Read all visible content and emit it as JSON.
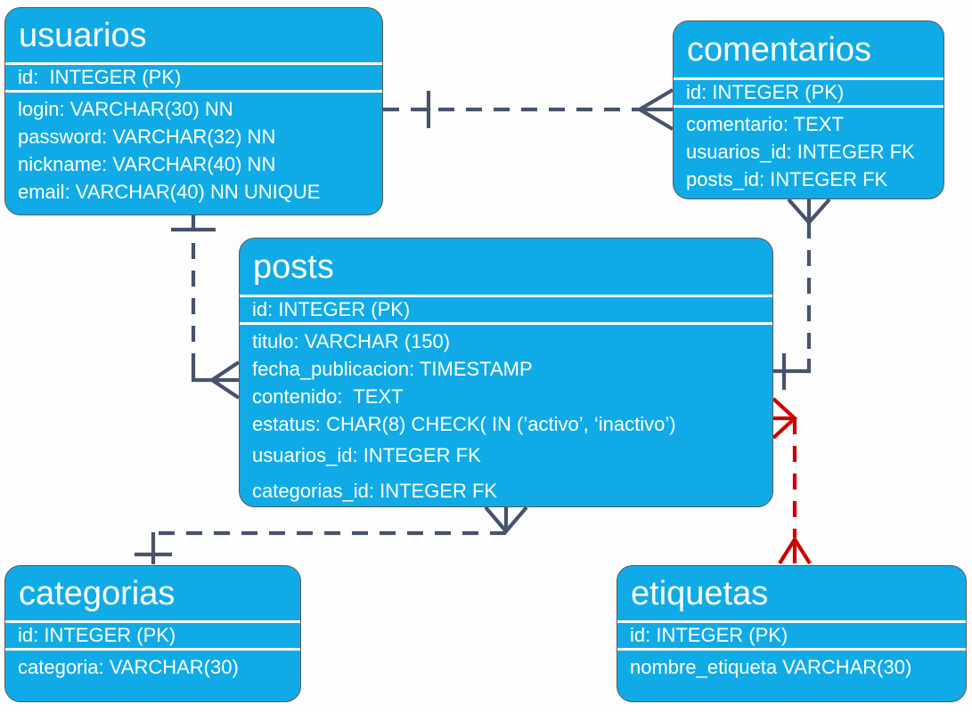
{
  "colors": {
    "entity_fill": "#10abe7",
    "entity_border": "#58595b",
    "entity_text": "#ffffff",
    "divider": "#ffffff",
    "relationship_line": "#47536b",
    "relationship_error_line": "#cc0000",
    "background": "#fdfdfd"
  },
  "entities": {
    "usuarios": {
      "title": "usuarios",
      "pk": "id:  INTEGER (PK)",
      "rows": [
        "login: VARCHAR(30) NN",
        "password: VARCHAR(32) NN",
        "nickname: VARCHAR(40) NN",
        "email: VARCHAR(40) NN UNIQUE"
      ]
    },
    "comentarios": {
      "title": "comentarios",
      "pk": "id: INTEGER (PK)",
      "rows": [
        "comentario: TEXT",
        "usuarios_id: INTEGER FK",
        "posts_id: INTEGER FK"
      ]
    },
    "posts": {
      "title": "posts",
      "pk": "id: INTEGER (PK)",
      "rows": [
        "titulo: VARCHAR (150)",
        "fecha_publicacion: TIMESTAMP",
        "contenido:  TEXT",
        "estatus: CHAR(8) CHECK( IN (’activo’, ‘inactivo’)",
        "usuarios_id: INTEGER FK",
        "categorias_id: INTEGER FK"
      ]
    },
    "categorias": {
      "title": "categorias",
      "pk": "id: INTEGER (PK)",
      "rows": [
        "categoria: VARCHAR(30)"
      ]
    },
    "etiquetas": {
      "title": "etiquetas",
      "pk": "id: INTEGER (PK)",
      "rows": [
        "nombre_etiqueta VARCHAR(30)"
      ]
    }
  },
  "relationships": [
    {
      "from": "usuarios",
      "to": "comentarios",
      "from_cardinality": "one",
      "to_cardinality": "many",
      "line_style": "dashed",
      "color": "#47536b"
    },
    {
      "from": "usuarios",
      "to": "posts",
      "from_cardinality": "one",
      "to_cardinality": "many",
      "line_style": "dashed",
      "color": "#47536b"
    },
    {
      "from": "posts",
      "to": "comentarios",
      "from_cardinality": "one",
      "to_cardinality": "many",
      "line_style": "dashed",
      "color": "#47536b"
    },
    {
      "from": "categorias",
      "to": "posts",
      "from_cardinality": "one",
      "to_cardinality": "many",
      "line_style": "dashed",
      "color": "#47536b"
    },
    {
      "from": "posts",
      "to": "etiquetas",
      "from_cardinality": "many",
      "to_cardinality": "many",
      "line_style": "dashed",
      "color": "#cc0000"
    }
  ]
}
